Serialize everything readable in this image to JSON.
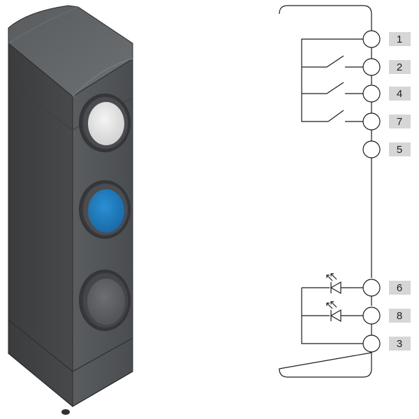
{
  "colors": {
    "housing_dark": "#3e4042",
    "housing_mid": "#54575a",
    "housing_light": "#6a6d70",
    "button_white": "#e6e6e6",
    "button_blue": "#1f7ec0",
    "button_gray": "#5f6164",
    "wire": "#1a1a1a",
    "label_box": "#d6d6d6"
  },
  "device": {
    "buttons": [
      {
        "name": "white-button",
        "color": "white"
      },
      {
        "name": "blue-button",
        "color": "blue"
      },
      {
        "name": "gray-button",
        "color": "gray"
      }
    ]
  },
  "diagram": {
    "pins": [
      {
        "label": "1",
        "role": "common"
      },
      {
        "label": "2",
        "role": "contact"
      },
      {
        "label": "4",
        "role": "contact"
      },
      {
        "label": "7",
        "role": "contact"
      },
      {
        "label": "5",
        "role": "unused"
      },
      {
        "label": "6",
        "role": "led"
      },
      {
        "label": "8",
        "role": "led"
      },
      {
        "label": "3",
        "role": "led-common"
      }
    ]
  }
}
